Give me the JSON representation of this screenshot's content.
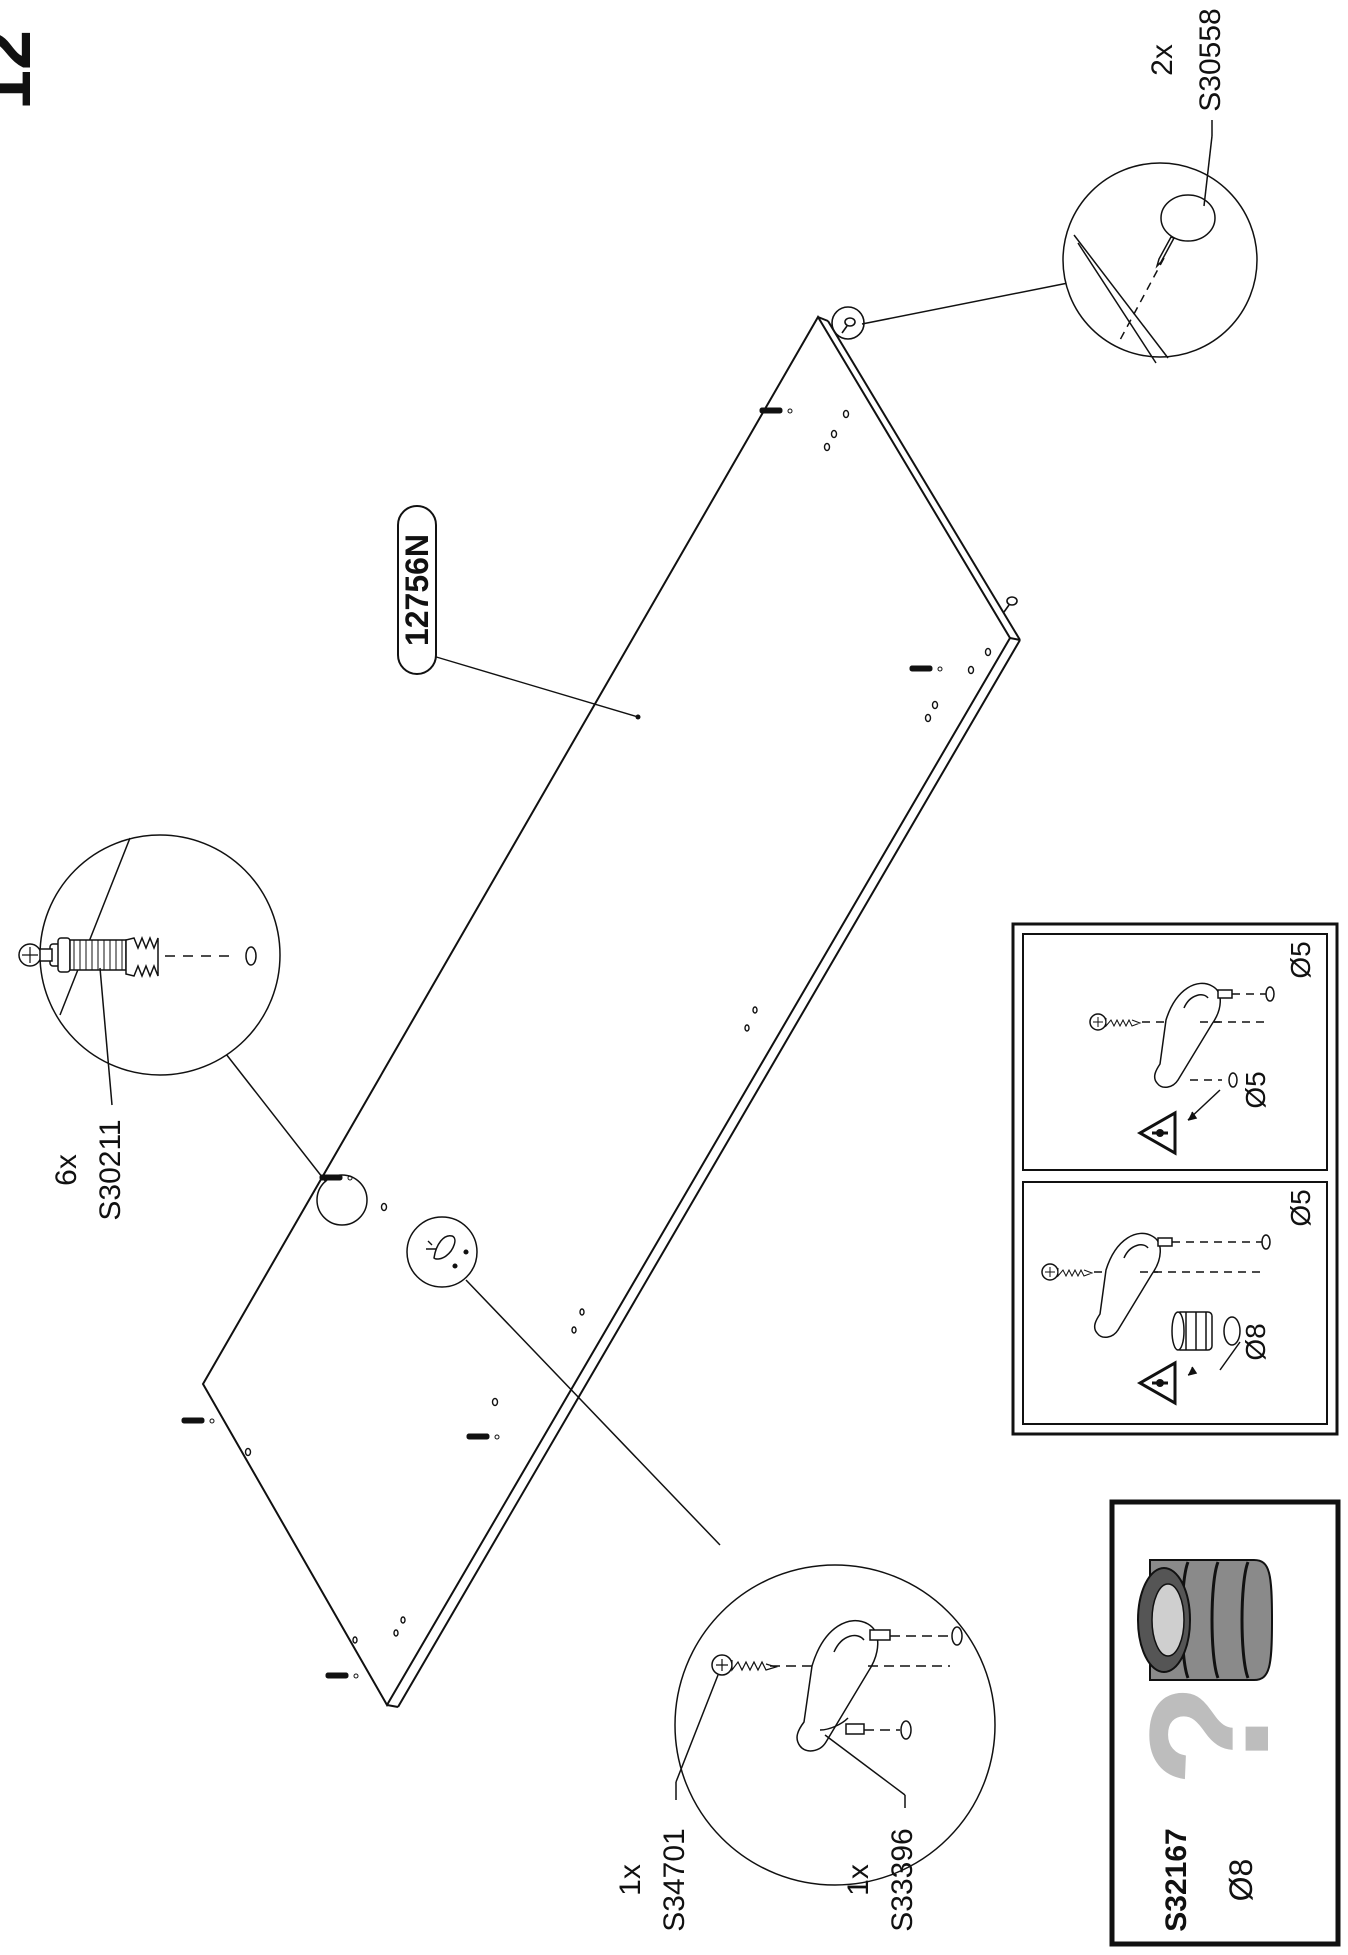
{
  "step_number": "12",
  "panel": {
    "part_number": "12756N"
  },
  "callouts": {
    "cam_bolt": {
      "qty": "6x",
      "code": "S30211"
    },
    "pin": {
      "qty": "2x",
      "code": "S30558"
    },
    "screw": {
      "qty": "1x",
      "code": "S34701"
    },
    "support": {
      "qty": "1x",
      "code": "S33396"
    }
  },
  "hole_notes": {
    "left_dowel": "Ø8",
    "left_pin": "Ø5",
    "right_a": "Ø5",
    "right_b": "Ø5"
  },
  "legend": {
    "code": "S32167",
    "size": "Ø8",
    "question_mark": "?"
  },
  "colors": {
    "line": "#111111",
    "dowel_grey": "#8a8a8a",
    "question_grey": "#bdbdbd"
  }
}
